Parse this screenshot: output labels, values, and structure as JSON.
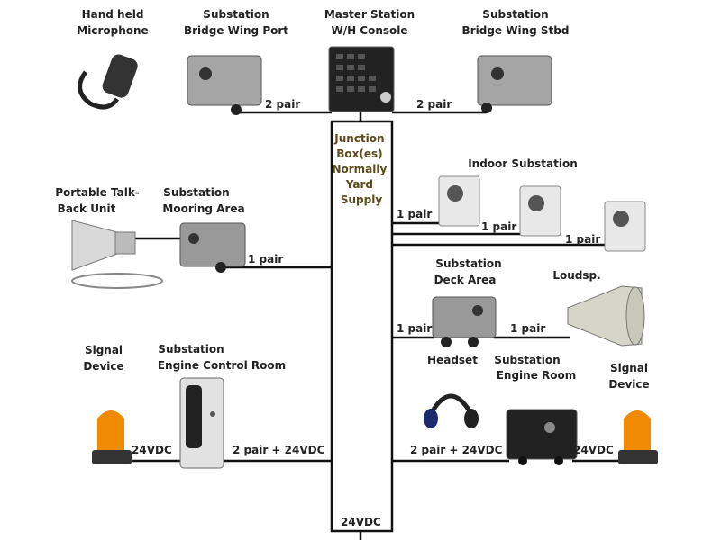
{
  "devices": {
    "microphone": [
      "Hand held",
      "Microphone"
    ],
    "bridge_port": [
      "Substation",
      "Bridge Wing Port"
    ],
    "master": [
      "Master Station",
      "W/H Console"
    ],
    "bridge_stbd": [
      "Substation",
      "Bridge Wing Stbd"
    ],
    "indoor": [
      "Indoor Substation"
    ],
    "talkback": [
      "Portable Talk-",
      "Back Unit"
    ],
    "mooring": [
      "Substation",
      "Mooring Area"
    ],
    "deck": [
      "Substation",
      "Deck Area"
    ],
    "loudspeaker": [
      "Loudsp."
    ],
    "signal_left": [
      "Signal",
      "Device"
    ],
    "engine_control": [
      "Substation",
      "Engine Control Room"
    ],
    "headset": [
      "Headset"
    ],
    "engine_room": [
      "Substation",
      "Engine Room"
    ],
    "signal_right": [
      "Signal",
      "Device"
    ]
  },
  "junction_box": [
    "Junction",
    "Box(es)",
    "Normally",
    "Yard",
    "Supply"
  ],
  "cables": {
    "bridge_port": "2 pair",
    "bridge_stbd": "2 pair",
    "indoor_1": "1 pair",
    "indoor_2": "1 pair",
    "indoor_3": "1 pair",
    "mooring": "1 pair",
    "deck_in": "1 pair",
    "deck_out": "1 pair",
    "signal_left": "24VDC",
    "engine_control": "2  pair + 24VDC",
    "engine_room": "2 pair + 24VDC",
    "signal_right": "24VDC",
    "supply": "24VDC"
  },
  "colors": {
    "beacon": "#f08a00",
    "device_body": "#9a9a9a",
    "junction_text": "#5c4a1a"
  }
}
